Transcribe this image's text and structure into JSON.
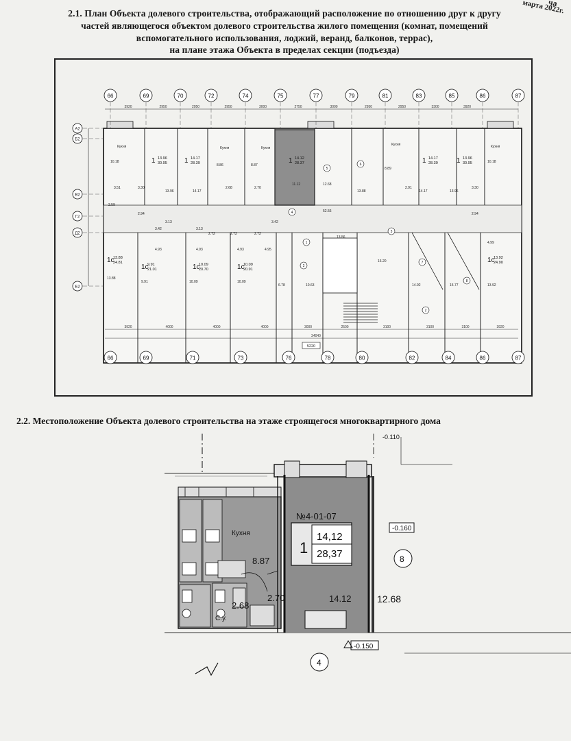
{
  "corner_text": [
    "ча",
    "марта 2022г."
  ],
  "section_2_1": {
    "title_lines": [
      "2.1. План Объекта долевого строительства, отображающий расположение по отношению друг к другу",
      "частей являющегося объектом долевого строительства жилого помещения (комнат, помещений",
      "вспомогательного использования, лоджий, веранд, балконов, террас),",
      "на плане этажа Объекта в пределах секции (подъезда)"
    ]
  },
  "section_2_2": {
    "title": "2.2. Местоположение Объекта долевого строительства на этаже строящегося многоквартирного дома"
  },
  "floor_plan": {
    "axes_top": [
      "66",
      "69",
      "70",
      "72",
      "74",
      "75",
      "77",
      "79",
      "81",
      "83",
      "85",
      "86",
      "87"
    ],
    "axes_bottom": [
      "66",
      "69",
      "71",
      "73",
      "76",
      "78",
      "80",
      "82",
      "84",
      "86",
      "87"
    ],
    "axes_left": [
      "А2",
      "Б2",
      "В2",
      "Г2",
      "Д2",
      "Е2"
    ],
    "dim_top": [
      "3920",
      "2950",
      "2950",
      "2950",
      "3000",
      "2750",
      "3000",
      "2950",
      "2950",
      "3300",
      "3920"
    ],
    "dim_bottom": [
      "3920",
      "4000",
      "4000",
      "4000",
      "3000",
      "2500",
      "3100",
      "3100",
      "3100",
      "3920"
    ],
    "dim_overall": "34040",
    "level_mark": "5220",
    "apartments": [
      {
        "type": "1",
        "area_living": "13.96",
        "area_total": "30.95"
      },
      {
        "type": "1",
        "area_living": "14.17",
        "area_total": "28.39"
      },
      {
        "type": "1",
        "area_living": "14.12",
        "area_total": "28.37"
      },
      {
        "type": "1",
        "area_living": "14.17",
        "area_total": "28.39"
      },
      {
        "type": "1",
        "area_living": "13.96",
        "area_total": "30.95"
      },
      {
        "type": "1с",
        "area_living": "13.88",
        "area_total": "24.81"
      },
      {
        "type": "1с",
        "area_living": "9.91",
        "area_total": "21.01"
      },
      {
        "type": "1с",
        "area_living": "10.09",
        "area_total": "20.70"
      },
      {
        "type": "1с",
        "area_living": "10.09",
        "area_total": "20.91"
      },
      {
        "type": "1с",
        "area_living": "13.92",
        "area_total": "24.90"
      }
    ],
    "room_areas": [
      "10.18",
      "13.96",
      "14.17",
      "8.86",
      "8.87",
      "11.12",
      "12.68",
      "13.88",
      "8.89",
      "14.17",
      "13.96",
      "10.18",
      "3.51",
      "3.30",
      "2.68",
      "2.70",
      "2.91",
      "3.30",
      "52.56",
      "2.59",
      "2.94",
      "2.94",
      "3.42",
      "3.13",
      "2.72",
      "2.72",
      "2.72",
      "3.13",
      "3.42",
      "4.99",
      "4.93",
      "4.93",
      "4.93",
      "4.95",
      "13.56",
      "16.20",
      "13.88",
      "9.91",
      "10.09",
      "10.09",
      "6.78",
      "10.63",
      "14.92",
      "15.77",
      "13.92"
    ],
    "kitchen_label": "Кухня",
    "marks": [
      "4",
      "2",
      "3",
      "5",
      "6",
      "7",
      "8",
      "1",
      "2"
    ]
  },
  "detail_plan": {
    "apartment_no": "№4-01-07",
    "rooms_count": "1",
    "area_living": "14,12",
    "area_total": "28,37",
    "kitchen_label": "Кухня",
    "kitchen_area": "8.87",
    "bath_label": "С.у.",
    "bath_area": "2.68",
    "hall_area": "2.70",
    "room_area": "14.12",
    "next_area": "12.68",
    "level_1": "-0.160",
    "level_2": "-0.150",
    "level_top": "-0.110",
    "circle_1": "8",
    "circle_2": "4"
  }
}
